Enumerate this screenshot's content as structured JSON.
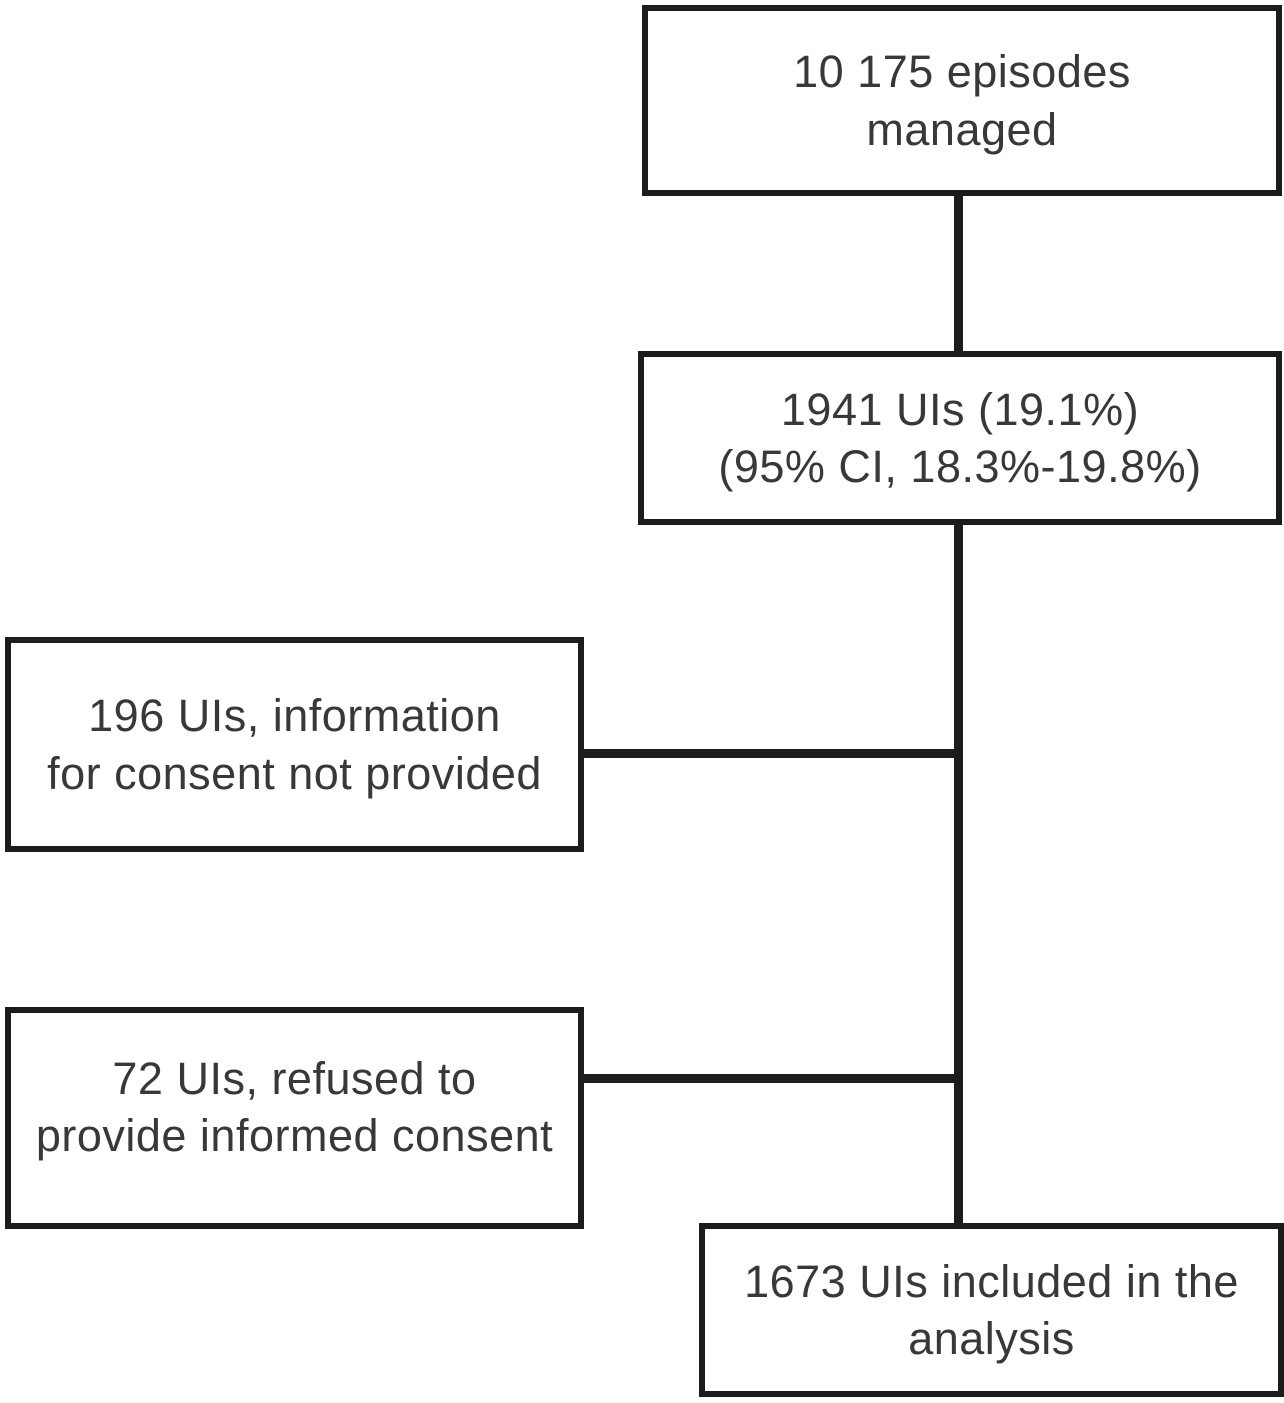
{
  "diagram": {
    "type": "flowchart",
    "background": "#ffffff",
    "border_color": "#1c1c1c",
    "text_color": "#383838",
    "nodes": {
      "episodes": {
        "text": "10 175 episodes\nmanaged"
      },
      "uis": {
        "text": "1941 UIs (19.1%)\n(95% CI, 18.3%-19.8%)"
      },
      "no_consent_info": {
        "text": "196 UIs, information\nfor consent not provided"
      },
      "refused_consent": {
        "text": "72 UIs, refused to\nprovide informed consent"
      },
      "included": {
        "text": "1673 UIs included in the\nanalysis"
      }
    }
  }
}
